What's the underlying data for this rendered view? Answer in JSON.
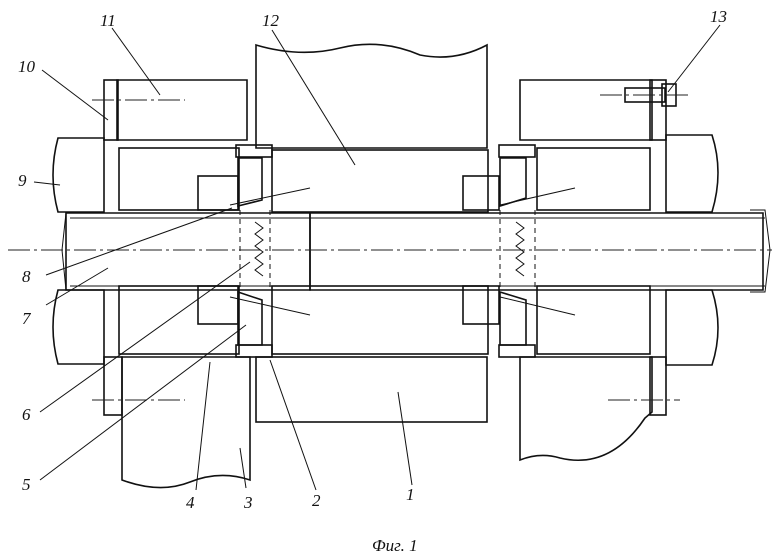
{
  "figure": {
    "caption": "Фиг. 1",
    "callouts": [
      {
        "id": "1",
        "text": "1"
      },
      {
        "id": "2",
        "text": "2"
      },
      {
        "id": "3",
        "text": "3"
      },
      {
        "id": "4",
        "text": "4"
      },
      {
        "id": "5",
        "text": "5"
      },
      {
        "id": "6",
        "text": "6"
      },
      {
        "id": "7",
        "text": "7"
      },
      {
        "id": "8",
        "text": "8"
      },
      {
        "id": "9",
        "text": "9"
      },
      {
        "id": "10",
        "text": "10"
      },
      {
        "id": "11",
        "text": "11"
      },
      {
        "id": "12",
        "text": "12"
      },
      {
        "id": "13",
        "text": "13"
      }
    ]
  }
}
